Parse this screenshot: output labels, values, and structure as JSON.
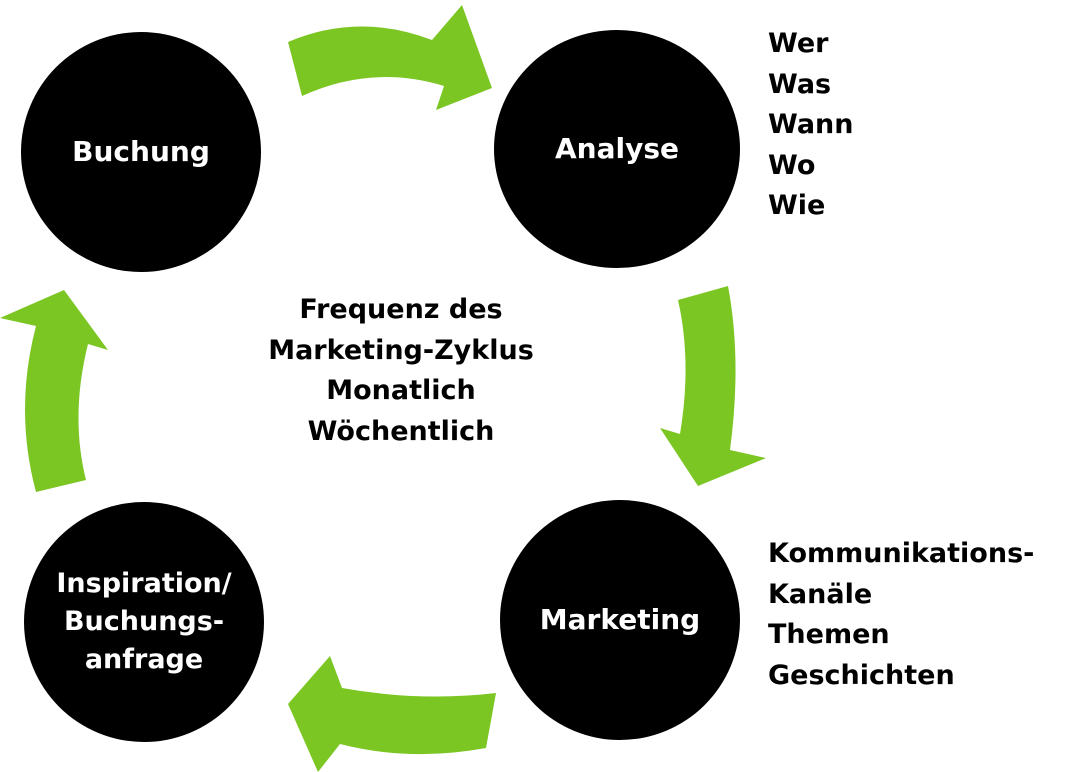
{
  "colors": {
    "node_fill": "#000000",
    "node_text": "#ffffff",
    "arrow_fill": "#7cc624",
    "text": "#000000"
  },
  "nodes": {
    "buchung": {
      "label": "Buchung"
    },
    "analyse": {
      "label": "Analyse"
    },
    "marketing": {
      "label": "Marketing"
    },
    "inspiration": {
      "lines": [
        "Inspiration/",
        "Buchungs-",
        "anfrage"
      ]
    }
  },
  "analyse_questions": [
    "Wer",
    "Was",
    "Wann",
    "Wo",
    "Wie"
  ],
  "marketing_topics": [
    "Kommunikations-",
    "Kanäle",
    "Themen",
    "Geschichten"
  ],
  "center": {
    "lines": [
      "Frequenz des",
      "Marketing-Zyklus",
      "Monatlich",
      "Wöchentlich"
    ]
  }
}
